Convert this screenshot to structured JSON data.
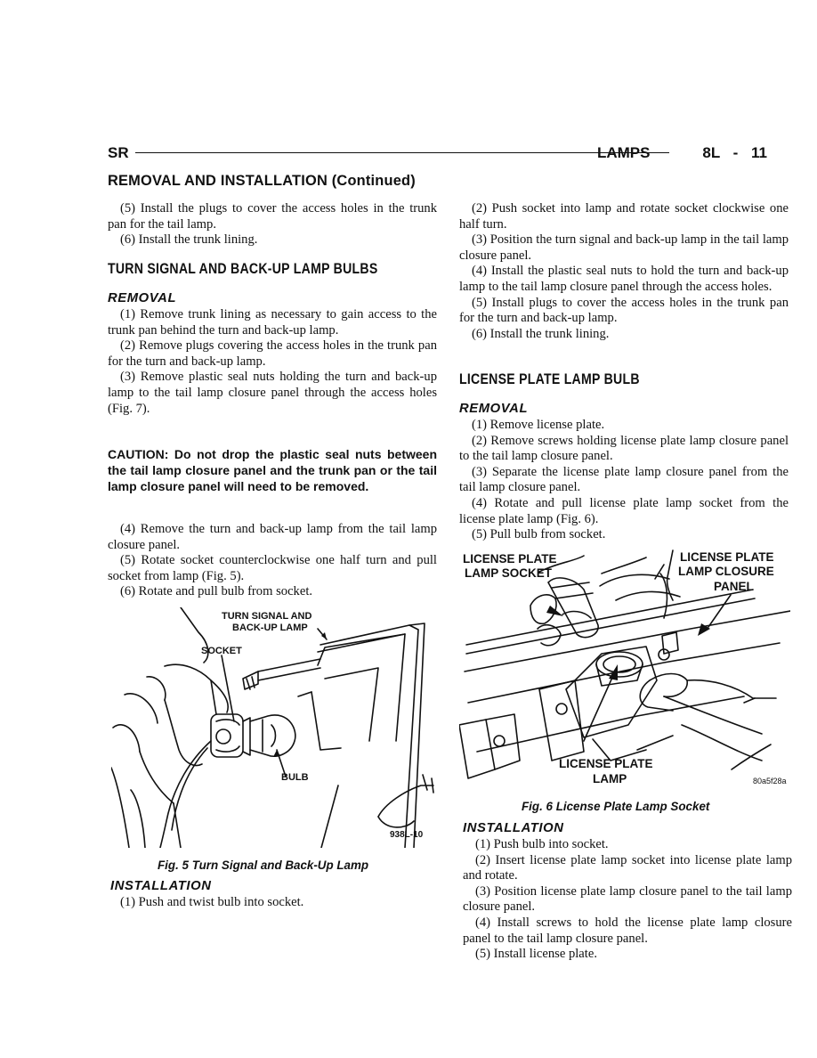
{
  "header": {
    "left": "SR",
    "right": "LAMPS    8L - 11"
  },
  "section_title": "REMOVAL AND INSTALLATION (Continued)",
  "left_col": {
    "intro": [
      "(5) Install the plugs to cover the access holes in the trunk pan for the tail lamp.",
      "(6) Install the trunk lining."
    ],
    "heading": "TURN SIGNAL AND BACK-UP LAMP BULBS",
    "removal_title": "REMOVAL",
    "removal": [
      "(1) Remove trunk lining as necessary to gain access to the trunk pan behind the turn and back-up lamp.",
      "(2) Remove plugs covering the access holes in the trunk pan for the turn and back-up lamp.",
      "(3) Remove plastic seal nuts holding the turn and back-up lamp to the tail lamp closure panel through the access holes (Fig. 7)."
    ],
    "caution": "CAUTION: Do not drop the plastic seal nuts between the tail lamp closure panel and the trunk pan or the tail lamp closure panel will need to be removed.",
    "removal_cont": [
      "(4) Remove the turn and back-up lamp from the tail lamp closure panel.",
      "(5) Rotate socket counterclockwise one half turn and pull socket from lamp (Fig. 5).",
      "(6) Rotate and pull bulb from socket."
    ],
    "fig5": {
      "label_lamp_1": "TURN SIGNAL AND",
      "label_lamp_2": "BACK-UP LAMP",
      "label_socket": "SOCKET",
      "label_bulb": "BULB",
      "code": "938L-10",
      "caption": "Fig. 5 Turn Signal and Back-Up Lamp"
    },
    "install_title": "INSTALLATION",
    "install": [
      "(1) Push and twist bulb into socket."
    ]
  },
  "right_col": {
    "intro": [
      "(2) Push socket into lamp and rotate socket clockwise one half turn.",
      "(3) Position the turn signal and back-up lamp in the tail lamp closure panel.",
      "(4) Install the plastic seal nuts to hold the turn and back-up lamp to the tail lamp closure panel through the access holes.",
      "(5) Install plugs to cover the access holes in the trunk pan for the turn and back-up lamp.",
      "(6) Install the trunk lining."
    ],
    "heading": "LICENSE PLATE LAMP BULB",
    "removal_title": "REMOVAL",
    "removal": [
      "(1) Remove license plate.",
      "(2) Remove screws holding license plate lamp closure panel to the tail lamp closure panel.",
      "(3) Separate the license plate lamp closure panel from the tail lamp closure panel.",
      "(4) Rotate and pull license plate lamp socket from the license plate lamp (Fig. 6).",
      "(5) Pull bulb from socket."
    ],
    "fig6": {
      "label_socket_1": "LICENSE PLATE",
      "label_socket_2": "LAMP SOCKET",
      "label_panel_1": "LICENSE PLATE",
      "label_panel_2": "LAMP CLOSURE",
      "label_panel_3": "PANEL",
      "label_lamp_1": "LICENSE PLATE",
      "label_lamp_2": "LAMP",
      "code": "80a5f28a",
      "caption": "Fig. 6 License Plate Lamp Socket"
    },
    "install_title": "INSTALLATION",
    "install": [
      "(1) Push bulb into socket.",
      "(2) Insert license plate lamp socket into license plate lamp and rotate.",
      "(3) Position license plate lamp closure panel to the tail lamp closure panel.",
      "(4) Install screws to hold the license plate lamp closure panel to the tail lamp closure panel.",
      "(5) Install license plate."
    ]
  }
}
